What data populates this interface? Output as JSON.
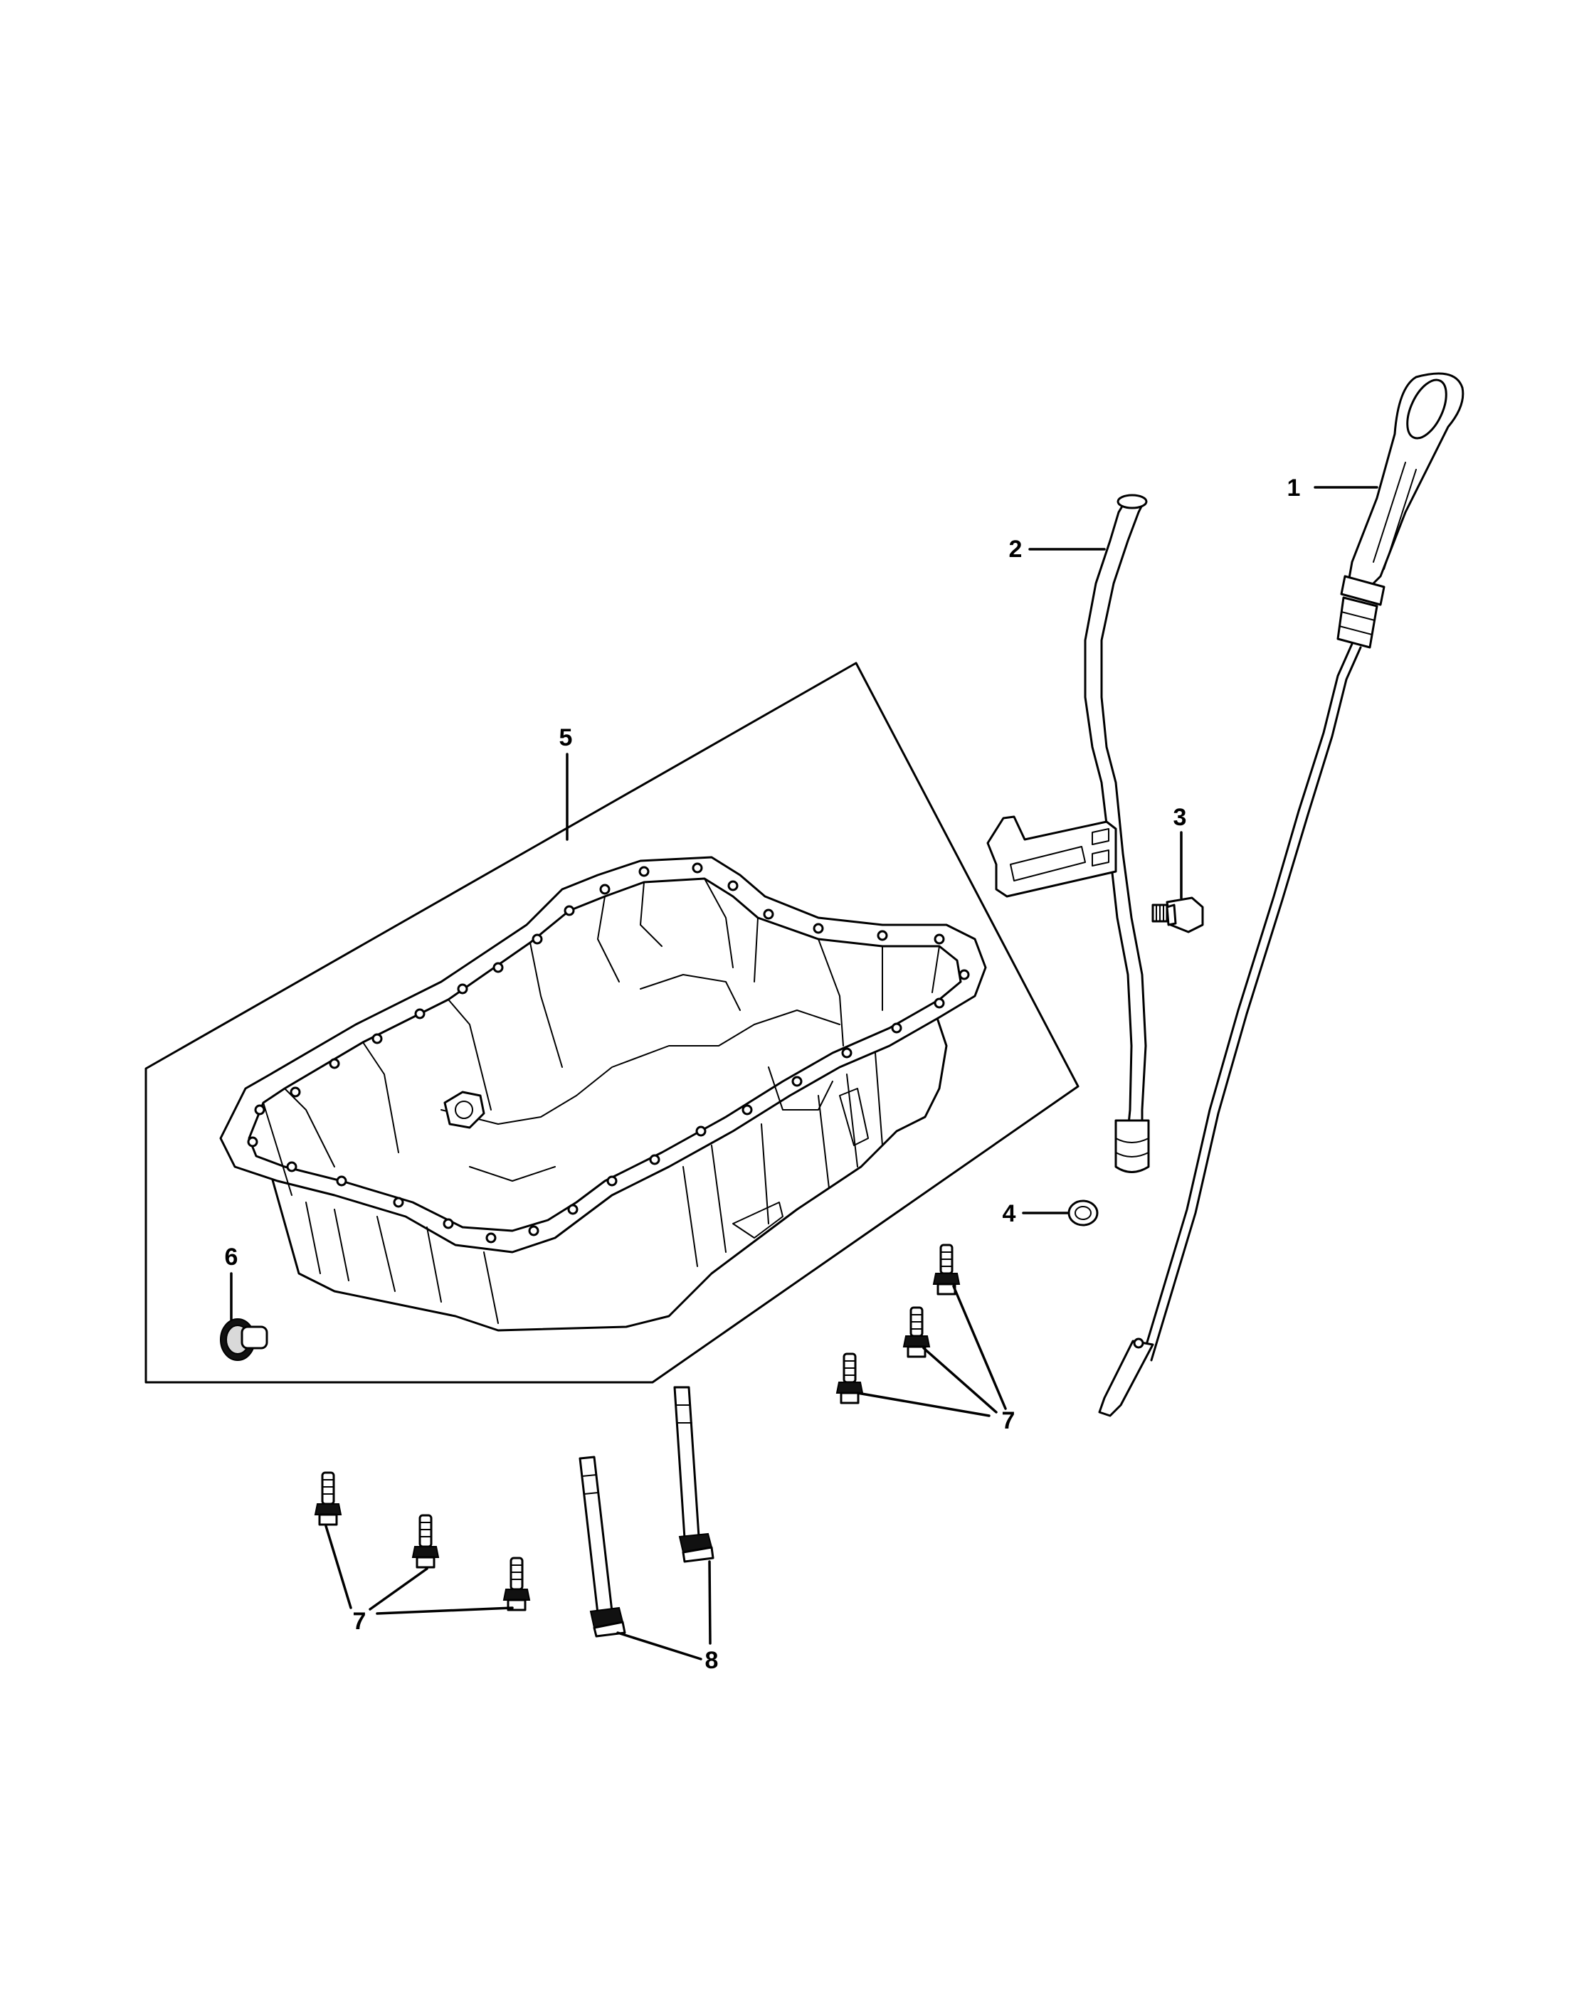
{
  "callouts": {
    "c1": "1",
    "c2": "2",
    "c3": "3",
    "c4": "4",
    "c5": "5",
    "c6": "6",
    "c7a": "7",
    "c7b": "7",
    "c8": "8"
  },
  "icons": {
    "dipstick": "dipstick-icon",
    "tube": "dipstick-tube-icon",
    "pan": "oil-pan-icon",
    "bolt": "bolt-icon",
    "washer": "washer-icon",
    "plug": "drain-plug-icon",
    "stud": "stud-icon"
  }
}
